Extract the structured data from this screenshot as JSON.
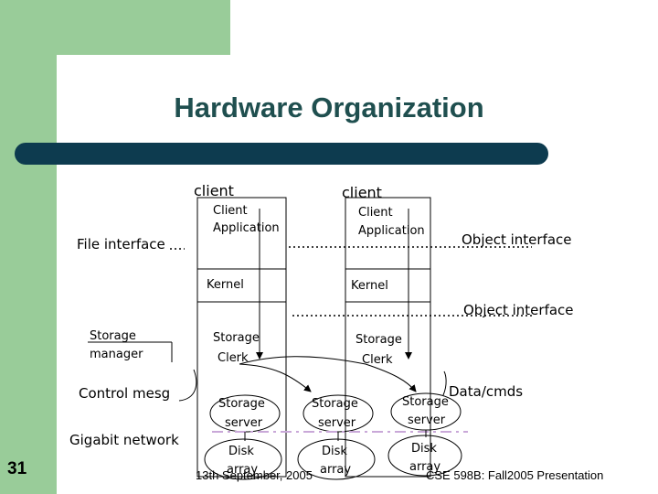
{
  "slide": {
    "title": "Hardware Organization",
    "number": "31",
    "footer_date": "13th September, 2005",
    "footer_course": "CSE 598B: Fall2005 Presentation"
  },
  "labels": {
    "client_left": "client",
    "client_right": "client",
    "client_app_left_line1": "Client",
    "client_app_left_line2": "Application",
    "client_app_right_line1": "Client",
    "client_app_right_line2": "Application",
    "file_interface": "File interface",
    "object_interface_top": "Object interface",
    "kernel_left": "Kernel",
    "kernel_right": "Kernel",
    "object_interface_bottom": "Object interface",
    "storage_manager_line1": "Storage",
    "storage_manager_line2": "manager",
    "storage_clerk_left_line1": "Storage",
    "storage_clerk_left_line2": "Clerk",
    "storage_clerk_right_line1": "Storage",
    "storage_clerk_right_line2": "Clerk",
    "control_mesg": "Control mesg",
    "data_cmds": "Data/cmds",
    "gigabit_network": "Gigabit network",
    "storage_server_1_line1": "Storage",
    "storage_server_1_line2": "server",
    "storage_server_2_line1": "Storage",
    "storage_server_2_line2": "server",
    "storage_server_3_line1": "Storage",
    "storage_server_3_line2": "server",
    "disk_array_1_line1": "Disk",
    "disk_array_1_line2": "array",
    "disk_array_2_line1": "Disk",
    "disk_array_2_line2": "array",
    "disk_array_3_line1": "Disk",
    "disk_array_3_line2": "array"
  },
  "colors": {
    "accent_green": "#99cc99",
    "title_text": "#1f4f4f",
    "title_bar": "#0d3b4f",
    "network_dash": "#c9a8d8"
  }
}
